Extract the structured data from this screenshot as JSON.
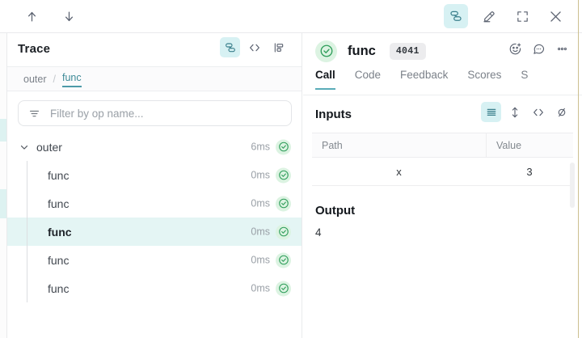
{
  "toolbar": {
    "nav_up": "nav-up",
    "nav_down": "nav-down",
    "trace_tree_toggle": "trace-tree",
    "annotate": "highlighter",
    "fullscreen": "fullscreen",
    "close": "close"
  },
  "left_panel": {
    "title": "Trace",
    "header_icons": [
      "trace-tree",
      "code",
      "flame-graph"
    ],
    "breadcrumb": [
      {
        "label": "outer",
        "active": false
      },
      {
        "label": "func",
        "active": true
      }
    ],
    "breadcrumb_separator": "/",
    "filter": {
      "placeholder": "Filter by op name...",
      "value": ""
    },
    "tree": [
      {
        "label": "outer",
        "duration": "6ms",
        "depth": 0,
        "expanded": true,
        "selected": false,
        "status": "success"
      },
      {
        "label": "func",
        "duration": "0ms",
        "depth": 1,
        "expanded": false,
        "selected": false,
        "status": "success"
      },
      {
        "label": "func",
        "duration": "0ms",
        "depth": 1,
        "expanded": false,
        "selected": false,
        "status": "success"
      },
      {
        "label": "func",
        "duration": "0ms",
        "depth": 1,
        "expanded": false,
        "selected": true,
        "status": "success"
      },
      {
        "label": "func",
        "duration": "0ms",
        "depth": 1,
        "expanded": false,
        "selected": false,
        "status": "success"
      },
      {
        "label": "func",
        "duration": "0ms",
        "depth": 1,
        "expanded": false,
        "selected": false,
        "status": "success"
      }
    ]
  },
  "right_panel": {
    "status": "success",
    "title": "func",
    "badge": "4041",
    "header_icons": [
      "add-reaction",
      "comment",
      "more-options"
    ],
    "tabs": [
      {
        "label": "Call",
        "active": true
      },
      {
        "label": "Code",
        "active": false
      },
      {
        "label": "Feedback",
        "active": false
      },
      {
        "label": "Scores",
        "active": false
      },
      {
        "label": "S",
        "active": false
      }
    ],
    "inputs": {
      "title": "Inputs",
      "view_icons": [
        "list-view",
        "expand-collapse",
        "code-view",
        "hide-view"
      ],
      "columns": [
        "Path",
        "Value"
      ],
      "rows": [
        {
          "path": "x",
          "value": "3"
        }
      ]
    },
    "output": {
      "title": "Output",
      "value": "4"
    }
  },
  "colors": {
    "accent": "#5aacb8",
    "accent_bg": "#d7f1f3",
    "selected_row": "#e4f5f4",
    "success": "#2f9e5a",
    "success_bg": "#dcf3e2",
    "muted": "#9aa0a7"
  }
}
